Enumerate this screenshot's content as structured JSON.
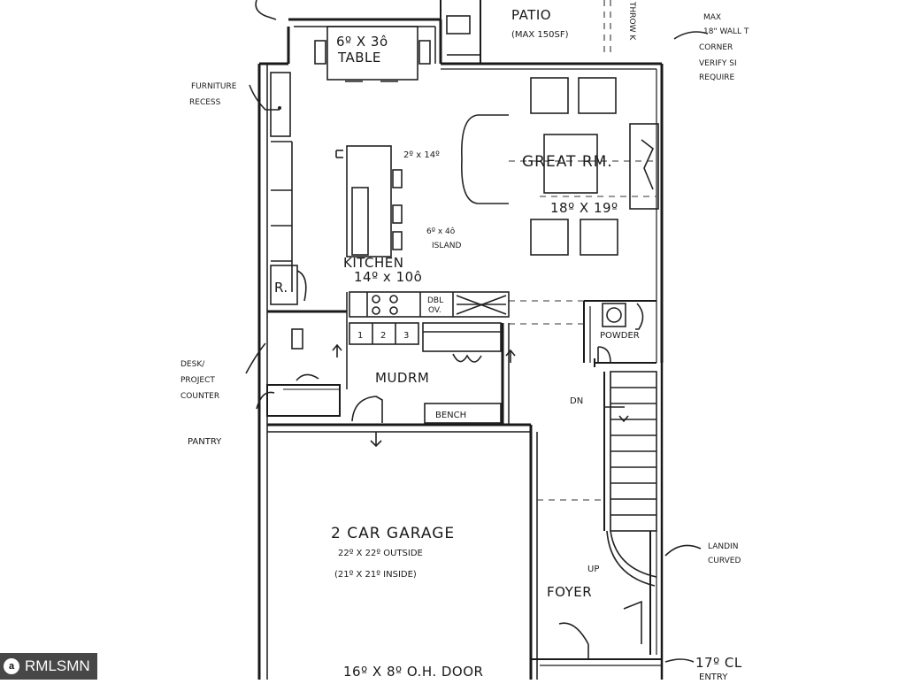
{
  "plan": {
    "patio": {
      "title": "PATIO",
      "size": "(MAX 150SF)"
    },
    "table": {
      "dims": "6º X 3ô",
      "label": "TABLE"
    },
    "great_room": {
      "label": "GREAT RM.",
      "dims": "18º X 19º"
    },
    "kitchen": {
      "label": "KITCHEN",
      "dims": "14º x 10ô",
      "cabinet_dims": "2º x 14º"
    },
    "island": {
      "dims": "6º x 4ô",
      "label": "ISLAND"
    },
    "appliances": {
      "oven_line1": "DBL",
      "oven_line2": "OV.",
      "lockers": [
        "1",
        "2",
        "3"
      ]
    },
    "mudroom": {
      "label": "MUDRM",
      "bench": "BENCH"
    },
    "powder": {
      "label": "POWDER"
    },
    "stairs": {
      "down": "DN",
      "up": "UP"
    },
    "garage": {
      "label": "2 CAR GARAGE",
      "outside": "22º X 22º OUTSIDE",
      "inside": "(21º X 21º INSIDE)",
      "door": "16º X 8º O.H. DOOR"
    },
    "foyer": {
      "label": "FOYER"
    },
    "refrigerator": {
      "label": "R."
    }
  },
  "notes": {
    "furniture": [
      "FURNITURE",
      "RECESS"
    ],
    "desk": [
      "DESK/",
      "PROJECT",
      "COUNTER"
    ],
    "pantry": "PANTRY",
    "max_wall": [
      "MAX",
      "18\" WALL T",
      "CORNER",
      "VERIFY SI",
      "REQUIRE"
    ],
    "landing": [
      "LANDIN",
      "CURVED"
    ],
    "entry": [
      "17º CL",
      "ENTRY"
    ],
    "throw": "THROW K"
  },
  "watermark": {
    "text": "RMLSMN",
    "icon": "stock-logo-icon"
  }
}
